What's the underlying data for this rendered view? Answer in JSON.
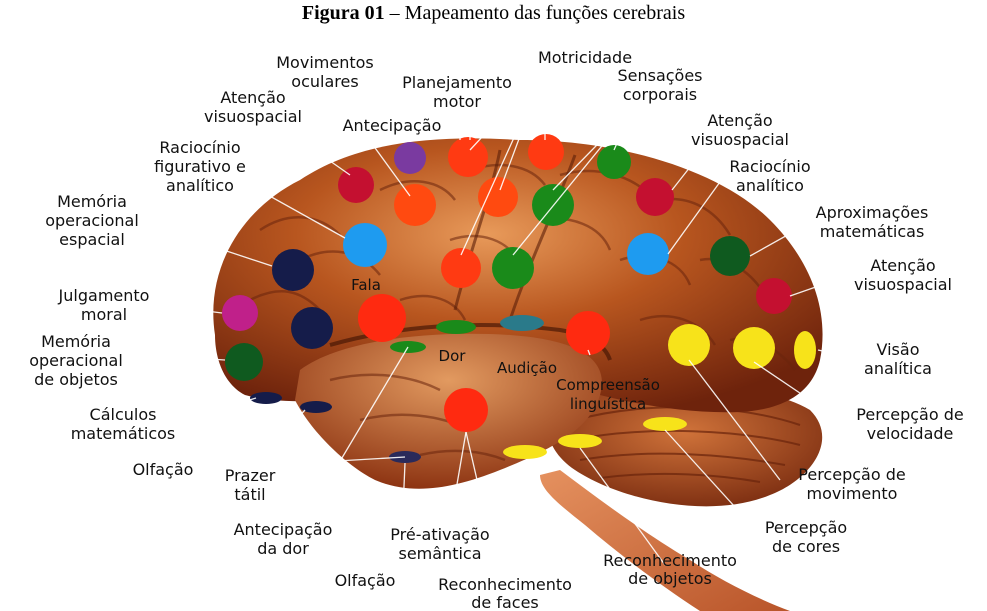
{
  "figure": {
    "caption_bold": "Figura 01",
    "caption_rest": " – Mapeamento das funções cerebrais"
  },
  "labels": {
    "movimentos_oculares": [
      "Movimentos",
      "oculares"
    ],
    "planejamento_motor": [
      "Planejamento",
      "motor"
    ],
    "motricidade": "Motricidade",
    "sensacoes_corporais": [
      "Sensações",
      "corporais"
    ],
    "atencao_visuospacial_left": [
      "Atenção",
      "visuospacial"
    ],
    "antecipacao": "Antecipação",
    "raciocinio_figurativo": [
      "Raciocínio",
      "figurativo e",
      "analítico"
    ],
    "memoria_operacional_espacial": [
      "Memória",
      "operacional",
      "espacial"
    ],
    "julgamento_moral": [
      "Julgamento",
      "moral"
    ],
    "memoria_operacional_objetos": [
      "Memória",
      "operacional",
      "de objetos"
    ],
    "calculos_matematicos": [
      "Cálculos",
      "matemáticos"
    ],
    "olfacao_left": "Olfação",
    "prazer_tatil": [
      "Prazer",
      "tátil"
    ],
    "antecipacao_dor": [
      "Antecipação",
      "da dor"
    ],
    "pre_ativacao_semantica": [
      "Pré-ativação",
      "semântica"
    ],
    "olfacao_bottom": "Olfação",
    "reconhecimento_faces": [
      "Reconhecimento",
      "de faces"
    ],
    "reconhecimento_objetos": [
      "Reconhecimento",
      "de objetos"
    ],
    "percepcao_cores": [
      "Percepção",
      "de cores"
    ],
    "percepcao_movimento": [
      "Percepção de",
      "movimento"
    ],
    "percepcao_velocidade": [
      "Percepção de",
      "velocidade"
    ],
    "visao_analitica": [
      "Visão",
      "analítica"
    ],
    "atencao_visuospacial_right": [
      "Atenção",
      "visuospacial"
    ],
    "aproximacoes_matematicas": [
      "Aproximações",
      "matemáticas"
    ],
    "raciocinio_analitico": [
      "Raciocínio",
      "analítico"
    ],
    "atencao_visuospacial_top_right": [
      "Atenção",
      "visuospacial"
    ],
    "fala": "Fala",
    "dor": "Dor",
    "audicao": "Audição",
    "compreensao_linguistica": [
      "Compreensão",
      "linguística"
    ]
  },
  "colors": {
    "brain_dark": "#7a2a10",
    "brain_mid": "#b5521f",
    "brain_light": "#e08a4a",
    "cerebellum": "#a84a1e",
    "stem": "#d9794a",
    "red": "#ff2a10",
    "orange_red": "#ff4a10",
    "blue": "#1e9bf0",
    "green": "#1a8a1a",
    "dark_green": "#0f5a1f",
    "navy": "#151c4a",
    "crimson": "#c41030",
    "purple": "#7a3aa0",
    "magenta": "#c0208a",
    "yellow": "#f7e31a",
    "teal": "#2a7a8a"
  }
}
